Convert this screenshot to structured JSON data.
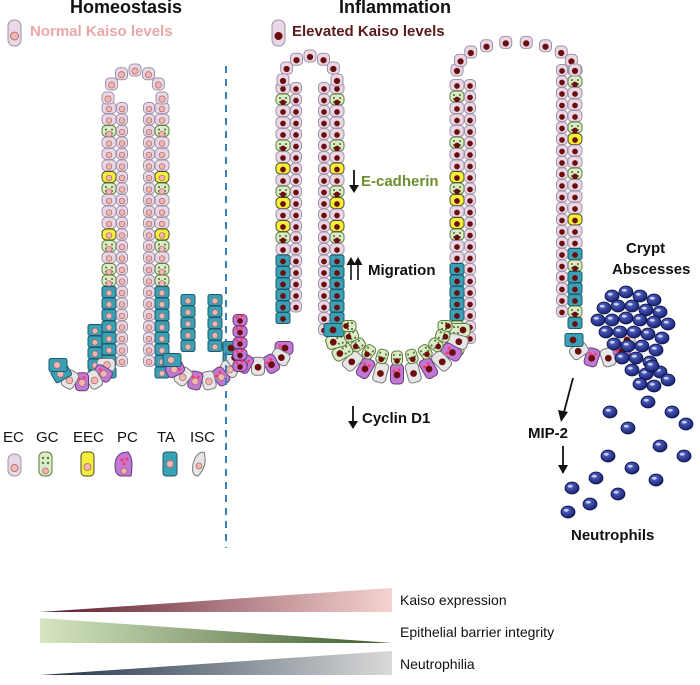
{
  "homeostasis": {
    "title": "Homeostasis",
    "subtitle": "Normal Kaiso levels",
    "subtitle_color": "#e9a7a7"
  },
  "inflammation": {
    "title": "Inflammation",
    "subtitle": "Elevated Kaiso levels",
    "subtitle_color": "#5b1a1a"
  },
  "labels": {
    "ecadherin": "E-cadherin",
    "ecadherin_color": "#6a8f2c",
    "migration": "Migration",
    "cyclin": "Cyclin D1",
    "crypt_abscesses_1": "Crypt",
    "crypt_abscesses_2": "Abscesses",
    "mip2": "MIP-2",
    "neutrophils": "Neutrophils"
  },
  "legend": [
    {
      "label": "EC",
      "cell": "ec"
    },
    {
      "label": "GC",
      "cell": "gc"
    },
    {
      "label": "EEC",
      "cell": "eec"
    },
    {
      "label": "PC",
      "cell": "pc"
    },
    {
      "label": "TA",
      "cell": "ta"
    },
    {
      "label": "ISC",
      "cell": "isc"
    }
  ],
  "gradients": [
    {
      "label": "Kaiso expression",
      "direction": "increasing",
      "color_start": "#5b1a2a",
      "color_end": "#f6d2d0"
    },
    {
      "label": "Epithelial barrier integrity",
      "direction": "decreasing",
      "color_start": "#d6e6c2",
      "color_end": "#3e5a2c"
    },
    {
      "label": "Neutrophilia",
      "direction": "increasing",
      "color_start": "#1e3147",
      "color_end": "#d9d9d9"
    }
  ],
  "colors": {
    "ec_fill": "#ead7e6",
    "ec_stroke": "#9e93a6",
    "gc_fill": "#dcebc8",
    "gc_stroke": "#5c7a3a",
    "eec_fill": "#f7ee3a",
    "eec_stroke": "#4a4a2a",
    "pc_fill": "#c07ad6",
    "pc_stroke": "#6a3a7a",
    "ta_fill": "#3aa0b5",
    "ta_stroke": "#1e5a6a",
    "isc_fill": "#e6e6e6",
    "isc_stroke": "#7a7a7a",
    "normal_nucleus": "#f4b6b0",
    "elevated_nucleus": "#6b0d0d",
    "neutrophil": "#1c2a8a",
    "divider": "#3a7fb5"
  }
}
